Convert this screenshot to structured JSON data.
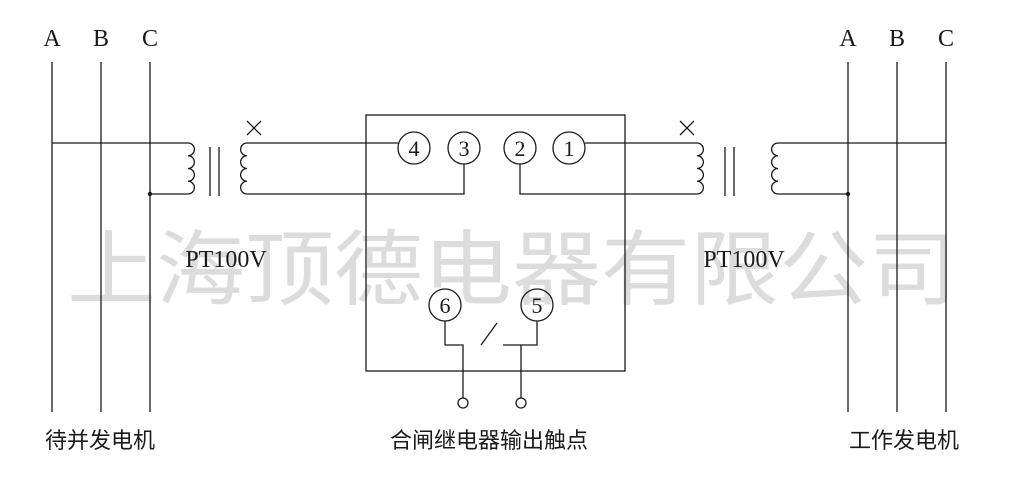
{
  "watermark": "上海顶德电器有限公司",
  "left_bus": {
    "phases": [
      "A",
      "B",
      "C"
    ],
    "caption": "待并发电机"
  },
  "right_bus": {
    "phases": [
      "A",
      "B",
      "C"
    ],
    "caption": "工作发电机"
  },
  "left_pt_label": "PT100V",
  "right_pt_label": "PT100V",
  "relay": {
    "terminals_top": [
      "4",
      "3",
      "2",
      "1"
    ],
    "terminals_bottom": [
      "6",
      "5"
    ],
    "caption": "合闸继电器输出触点"
  }
}
